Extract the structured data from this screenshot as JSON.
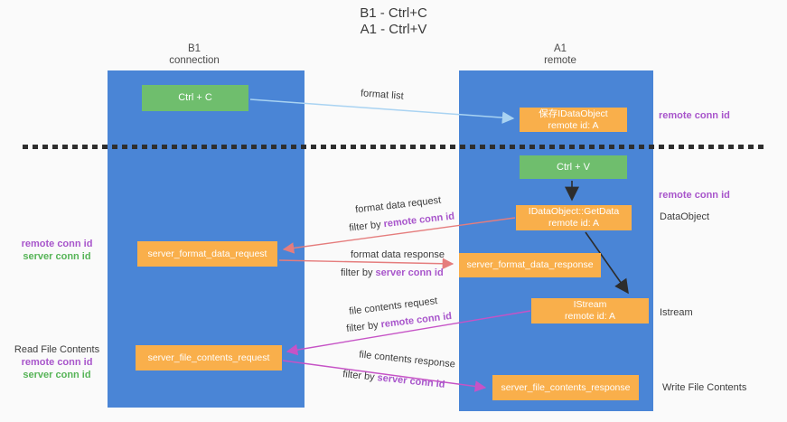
{
  "title": {
    "line1": "B1 - Ctrl+C",
    "line2": "A1 - Ctrl+V"
  },
  "lifelines": {
    "left": {
      "name": "B1",
      "role": "connection"
    },
    "right": {
      "name": "A1",
      "role": "remote"
    }
  },
  "boxes": {
    "ctrl_c": {
      "label": "Ctrl + C"
    },
    "save_idataobject": {
      "line1": "保存IDataObject",
      "line2": "remote id: A"
    },
    "ctrl_v": {
      "label": "Ctrl + V"
    },
    "getdata": {
      "line1": "IDataObject::GetData",
      "line2": "remote id: A"
    },
    "format_request": {
      "label": "server_format_data_request"
    },
    "format_response": {
      "label": "server_format_data_response"
    },
    "istream": {
      "line1": "IStream",
      "line2": "remote id: A"
    },
    "file_request": {
      "label": "server_file_contents_request"
    },
    "file_response": {
      "label": "server_file_contents_response"
    }
  },
  "flow_labels": {
    "format_list": "format list",
    "format_data_request": "format data request",
    "format_data_response": "format data response",
    "file_contents_request": "file contents request",
    "file_contents_response": "file contents response",
    "filter_by": "filter by ",
    "remote_conn_id": "remote conn id",
    "server_conn_id": "server conn id"
  },
  "side_labels": {
    "left_top": {
      "remote": "remote conn id",
      "server": "server conn id"
    },
    "left_bottom": {
      "title": "Read File Contents",
      "remote": "remote conn id",
      "server": "server conn id"
    },
    "right": {
      "remote_top": "remote conn id",
      "remote_mid": "remote conn id",
      "dataobject": "DataObject",
      "istream": "Istream",
      "write": "Write File Contents"
    }
  },
  "colors": {
    "lifeline_blue": "#4a85d6",
    "action_green": "#6fbe6d",
    "message_orange": "#f9af4b",
    "format_arrow_red": "#e57d7d",
    "file_arrow_magenta": "#c653c6",
    "format_list_blue": "#a9d3f2",
    "remote_id_purple": "#a855cb",
    "server_id_green": "#56b457"
  }
}
